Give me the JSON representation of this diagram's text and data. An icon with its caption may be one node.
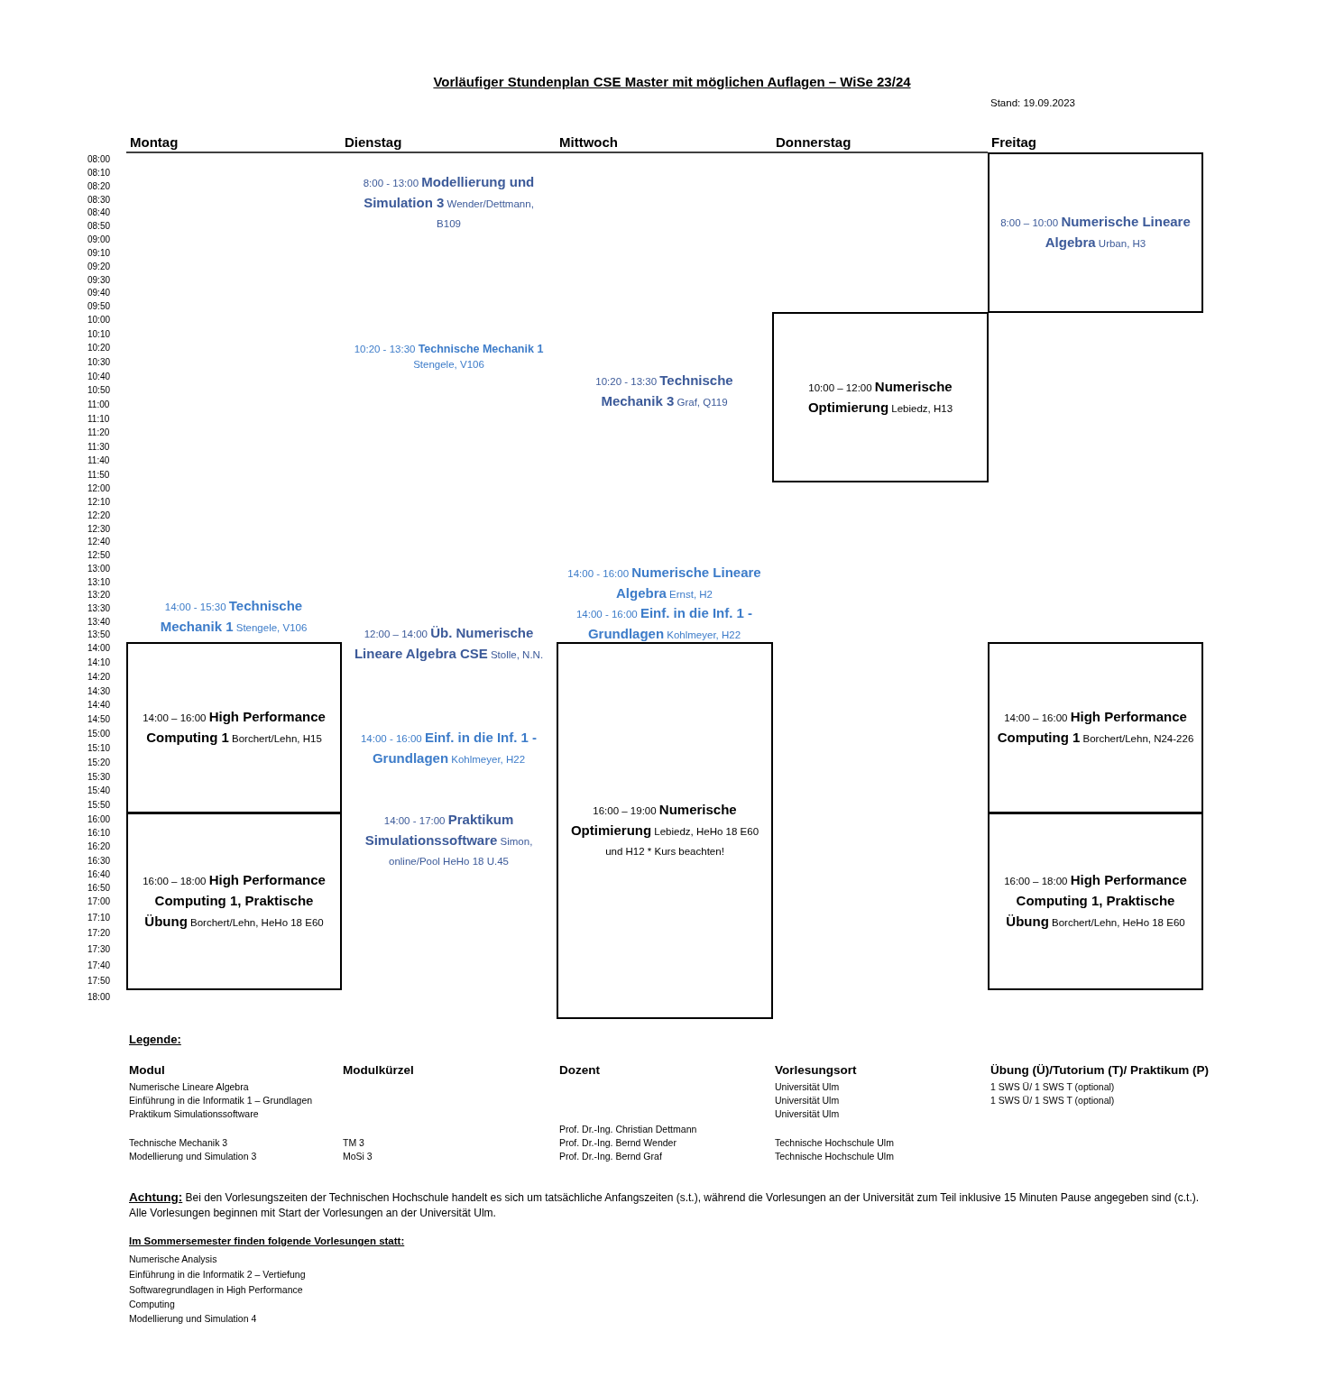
{
  "diagram": {
    "title": "Vorläufiger Stundenplan CSE Master mit möglichen Auflagen – WiSe 23/24",
    "nodes": [
      {
        "text": [
          "8:00 – 10:00 **Numerische Lineare Algebra** Urban, H3"
        ]
      },
      {
        "text": [
          "10:00 – 12:00 **Numerische Optimierung** Lebiedz, H13"
        ]
      },
      {
        "text": [
          "14:00 – 16:00 **High Performance Computing 1** Borchert/Lehn, H15"
        ]
      },
      {
        "text": [
          "16:00 – 19:00 **Numerische Optimierung** Lebiedz, HeHo 18 E60 und H12 * Kurs beachten!"
        ]
      },
      {
        "text": [
          "14:00 – 16:00 **High Performance Computing 1** Borchert/Lehn, N24-226"
        ]
      },
      {
        "text": [
          "16:00 – 18:00 **High Performance Computing 1, Praktische Übung** Borchert/Lehn, HeHo 18 E60"
        ]
      },
      {
        "text": [
          "16:00 – 18:00 **High Performance Computing 1, Praktische Übung** Borchert/Lehn, HeHo 18 E60"
        ]
      }
    ],
    "labels": [
      "Stand: 19.09.2023",
      "Montag",
      "Dienstag",
      "Mittwoch",
      "Donnerstag",
      "Freitag",
      "08:00",
      "08:10",
      "08:20",
      "08:30",
      "08:40",
      "08:50",
      "09:00",
      "09:10",
      "09:20",
      "09:30",
      "09:40",
      "09:50",
      "10:00",
      "10:10",
      "10:20",
      "10:30",
      "10:40",
      "10:50",
      "11:00",
      "11:10",
      "11:20",
      "11:30",
      "11:40",
      "11:50",
      "12:00",
      "12:10",
      "12:20",
      "12:30",
      "12:40",
      "12:50",
      "13:00",
      "13:10",
      "13:20",
      "13:30",
      "13:40",
      "13:50",
      "14:00",
      "14:10",
      "14:20",
      "14:30",
      "14:40",
      "14:50",
      "15:00",
      "15:10",
      "15:20",
      "15:30",
      "15:40",
      "15:50",
      "16:00",
      "16:10",
      "16:20",
      "16:30",
      "16:40",
      "16:50",
      "17:00",
      "17:10",
      "17:20",
      "17:30",
      "17:40",
      "17:50",
      "18:00",
      "8:00 - 13:00 **Modellierung und Simulation 3** Wender/Dettmann, B109",
      "10:20 - 13:30 **Technische Mechanik 1** Stengele, V106",
      "10:20 - 13:30 **Technische Mechanik 3** Graf, Q119",
      "14:00 - 16:00 **Numerische Lineare Algebra** Ernst, H2",
      "14:00 - 15:30 **Technische Mechanik 1** Stengele, V106",
      "14:00 - 16:00 **Einf. in die Inf. 1 - Grundlagen** Kohlmeyer, H22",
      "12:00 – 14:00 **Üb. Numerische Lineare Algebra CSE** Stolle, N.N.",
      "14:00 - 16:00 **Einf. in die Inf. 1 - Grundlagen** Kohlmeyer, H22",
      "14:00 - 17:00 **Praktikum Simulationssoftware** Simon, online/Pool HeHo 18 U.45",
      "Legende:",
      "Modul",
      "Modulkürzel",
      "Dozent",
      "Vorlesungsort",
      "Übung (Ü)/Tutorium (T)/ Praktikum (P)",
      "Numerische Lineare Algebra",
      "Universität Ulm",
      "1 SWS Ü/ 1 SWS T (optional)",
      "Einführung in die Informatik 1 – Grundlagen",
      "Universität Ulm",
      "1 SWS Ü/ 1 SWS T (optional)",
      "Praktikum Simulationssoftware",
      "Universität Ulm",
      "Prof. Dr.-Ing. Christian Dettmann",
      "Technische Mechanik 3",
      "TM 3",
      "Prof. Dr.-Ing. Bernd Wender",
      "Technische Hochschule Ulm",
      "Modellierung und Simulation 3",
      "MoSi 3",
      "Prof. Dr.-Ing. Bernd Graf",
      "Technische Hochschule Ulm",
      "**Achtung:** Bei den Vorlesungszeiten der Technischen Hochschule handelt es sich um tatsächliche Anfangszeiten (s.t.), während die Vorlesungen an der Universität zum Teil inklusive 15 Minuten Pause angegeben sind (c.t.).",
      "Alle Vorlesungen beginnen mit Start der Vorlesungen an der Universität Ulm.",
      "Im Sommersemester finden folgende Vorlesungen statt:",
      "Numerische Analysis",
      "Einführung in die Informatik 2 – Vertiefung",
      "Softwaregrundlagen in High Performance Computing",
      "Modellierung und Simulation 4"
    ]
  }
}
